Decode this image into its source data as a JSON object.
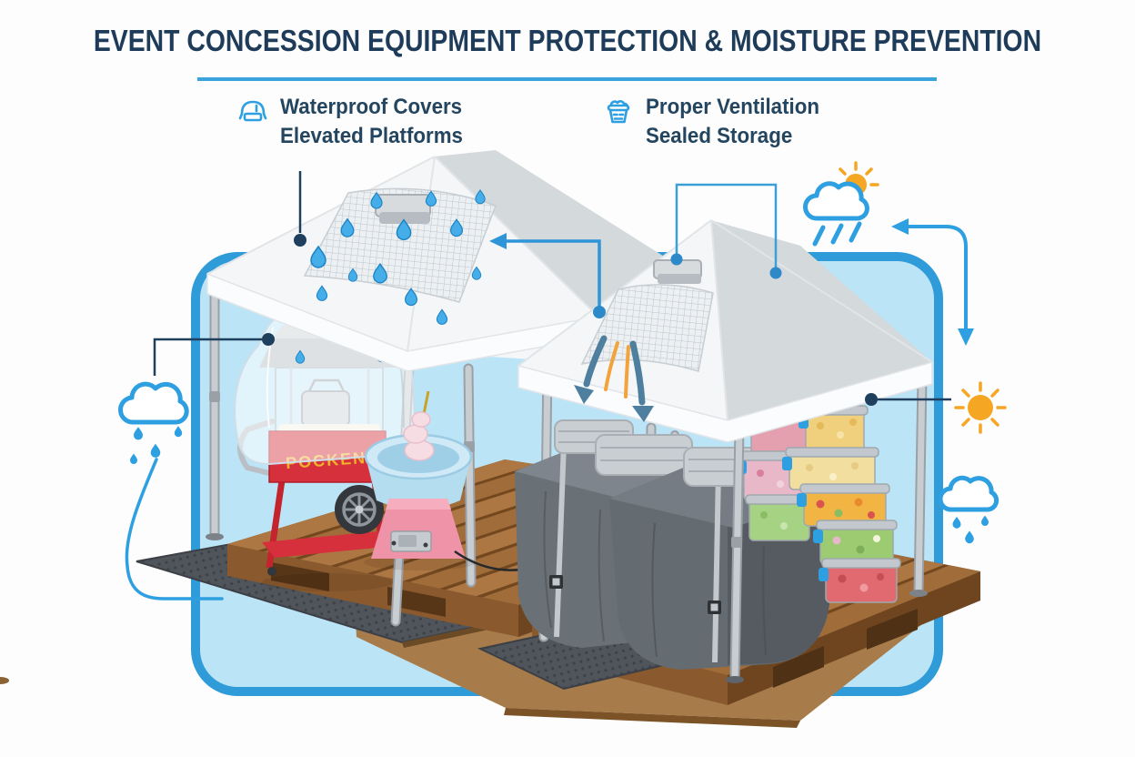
{
  "title": "EVENT CONCESSION EQUIPMENT PROTECTION & MOISTURE PREVENTION",
  "legend": {
    "item1": {
      "icon_name": "waterproof-cover-icon",
      "line1": "Waterproof Covers",
      "line2": "Elevated Platforms"
    },
    "item2": {
      "icon_name": "sealed-storage-icon",
      "line1": "Proper Ventilation",
      "line2": "Sealed Storage"
    }
  },
  "scene": {
    "popcorn_machine_label": "POCKEN",
    "weather_icons": [
      "rain-cloud-icon",
      "sun-behind-rain-cloud-icon",
      "sun-icon",
      "rain-cloud-icon"
    ],
    "colors": {
      "accent_blue": "#2f9bd8",
      "panel_fill": "#bce4f7",
      "callout_navy": "#1f3f5e",
      "icon_blue": "#2e9fe0",
      "sun_orange": "#f5a623",
      "airflow_steel": "#4e7f9e",
      "popcorn_red": "#d6303c",
      "wood_brown": "#a9743f"
    }
  }
}
